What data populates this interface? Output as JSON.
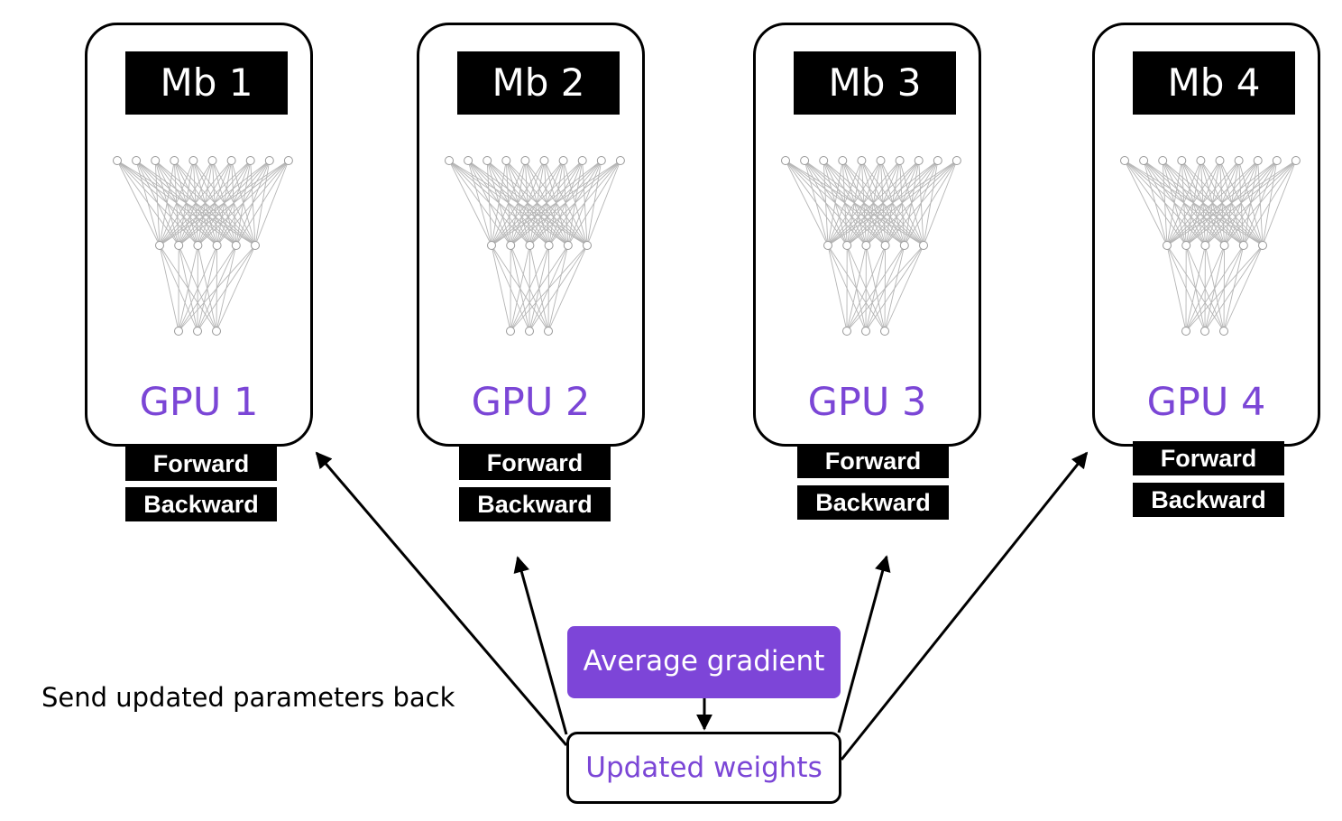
{
  "gpus": [
    {
      "mb": "Mb 1",
      "gpu": "GPU 1",
      "forward": "Forward",
      "backward": "Backward"
    },
    {
      "mb": "Mb 2",
      "gpu": "GPU 2",
      "forward": "Forward",
      "backward": "Backward"
    },
    {
      "mb": "Mb 3",
      "gpu": "GPU 3",
      "forward": "Forward",
      "backward": "Backward"
    },
    {
      "mb": "Mb 4",
      "gpu": "GPU 4",
      "forward": "Forward",
      "backward": "Backward"
    }
  ],
  "average_gradient": "Average gradient",
  "updated_weights": "Updated weights",
  "caption": "Send updated parameters back",
  "colors": {
    "accent": "#7d45d8",
    "gpu_text": "#7b46d6",
    "label_bg": "#000000"
  }
}
